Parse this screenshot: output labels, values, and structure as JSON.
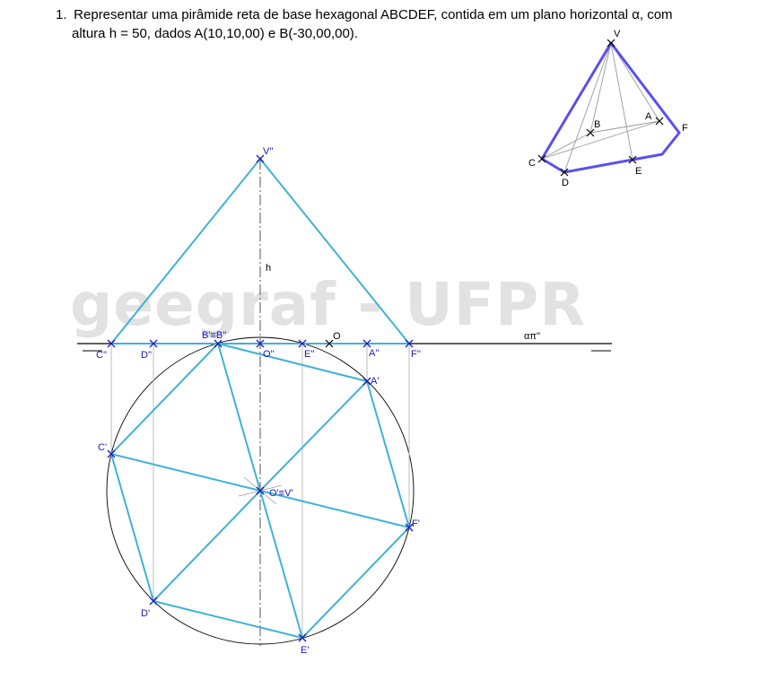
{
  "statement": {
    "number": "1.",
    "line1": "Representar uma pirâmide reta de base hexagonal ABCDEF, contida em um plano horizontal α, com",
    "line2": "altura h = 50, dados A(10,10,00) e B(-30,00,00)."
  },
  "watermark": "geegraf - UFPR",
  "plane_label": "απ''",
  "height_label": "h",
  "front_view_labels": {
    "apex": "V''",
    "c": "C''",
    "d": "D''",
    "b": "B'≡B''",
    "o_front": "O''",
    "o": "O",
    "e": "E''",
    "a": "A''",
    "f": "F''"
  },
  "top_view_labels": {
    "a": "A'",
    "c": "C'",
    "center": "O'≡V'",
    "f": "F'",
    "d": "D'",
    "e": "E'"
  },
  "perspective_labels": {
    "v": "V",
    "a": "A",
    "b": "B",
    "f": "F",
    "c": "C",
    "d": "D",
    "e": "E"
  },
  "colors": {
    "construction": "#3fb2d6",
    "points": "#1a1ab8",
    "perspective_edges": "#5a4ff0",
    "watermark": "#e2e2e2"
  }
}
